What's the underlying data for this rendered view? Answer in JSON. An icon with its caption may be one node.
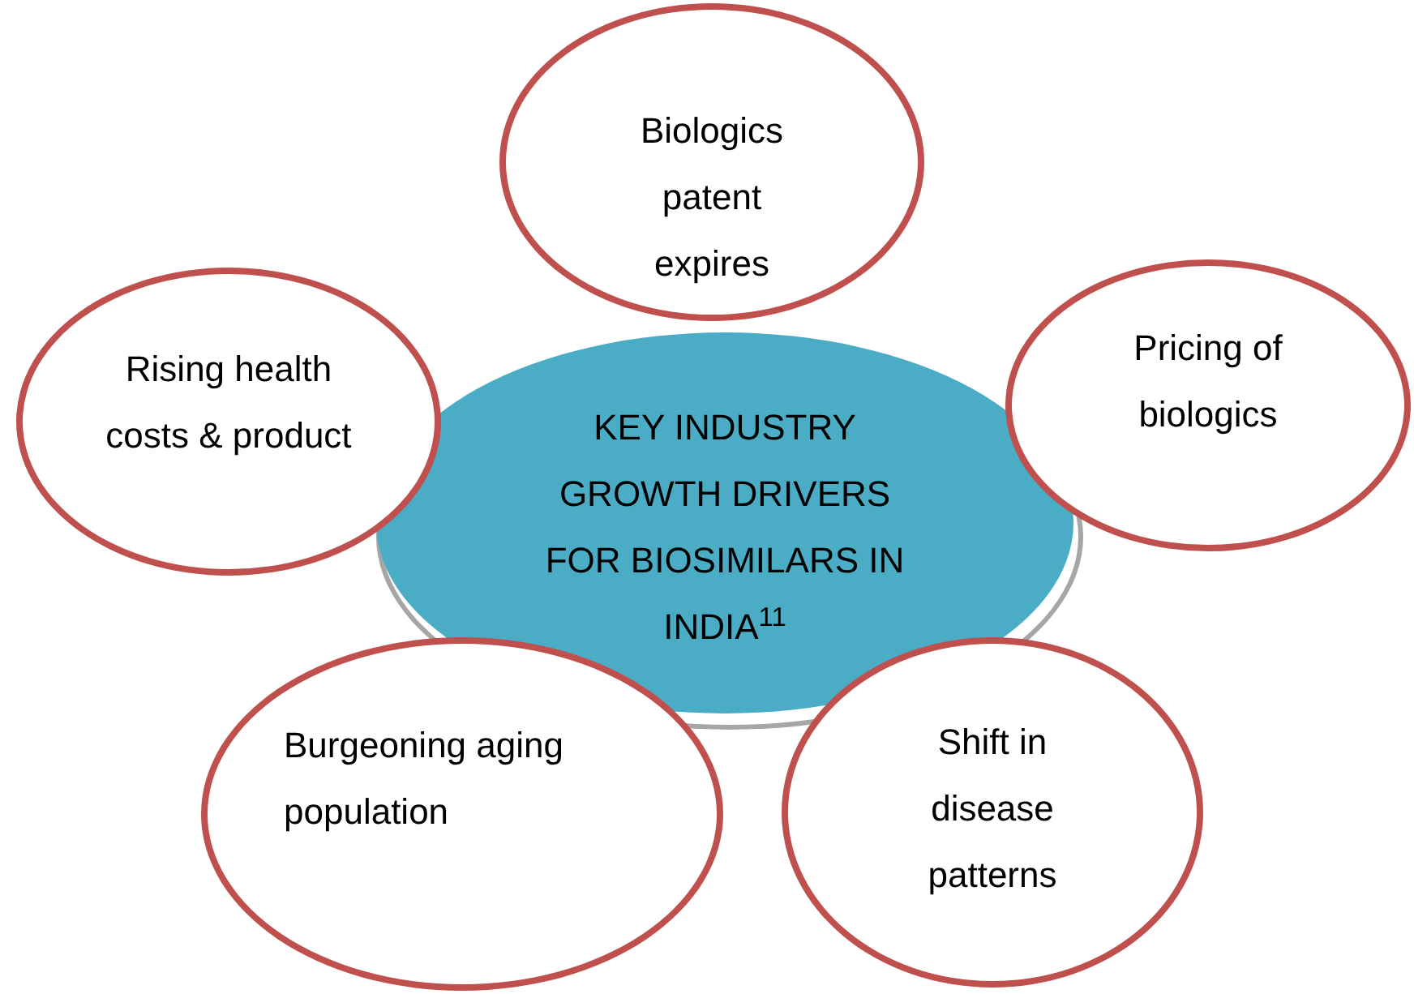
{
  "diagram": {
    "nodes": [
      {
        "text": [
          "KEY INDUSTRY GROWTH DRIVERS FOR BIOSIMILARS IN INDIA$^{11}$"
        ]
      },
      {
        "text": [
          "Biologics patent expires"
        ]
      },
      {
        "text": [
          "Rising health costs & product"
        ]
      },
      {
        "text": [
          "Pricing of biologics"
        ]
      },
      {
        "text": [
          "Burgeoning aging population"
        ]
      },
      {
        "text": [
          "Shift in disease patterns"
        ]
      }
    ]
  }
}
